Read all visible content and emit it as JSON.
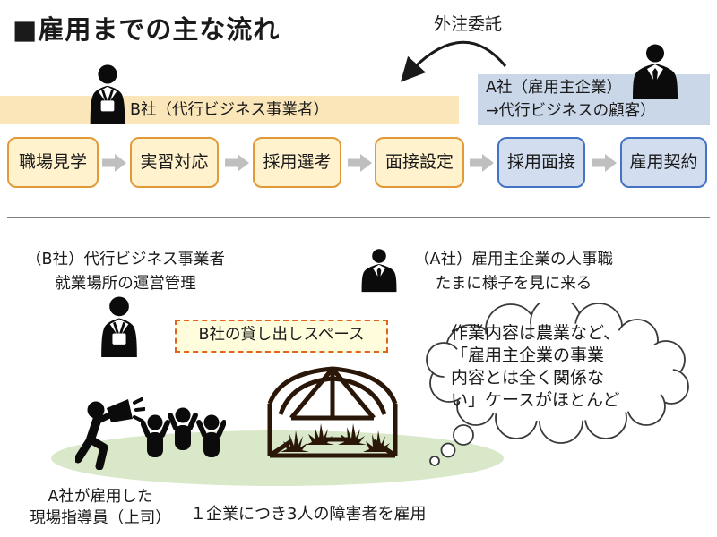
{
  "title": "■雇用までの主な流れ",
  "flow": {
    "outsourcing_label": "外注委託",
    "b_banner": "B社（代行ビジネス事業者）",
    "a_company": {
      "line1": "A社（雇用主企業）",
      "line2": "→代行ビジネスの顧客）"
    },
    "steps": [
      {
        "label": "職場見学",
        "variant": "yellow"
      },
      {
        "label": "実習対応",
        "variant": "yellow"
      },
      {
        "label": "採用選考",
        "variant": "yellow"
      },
      {
        "label": "面接設定",
        "variant": "yellow"
      },
      {
        "label": "採用面接",
        "variant": "blue"
      },
      {
        "label": "雇用契約",
        "variant": "blue"
      }
    ]
  },
  "site": {
    "b_role": {
      "line1": "（B社）代行ビジネス事業者",
      "line2": "就業場所の運営管理"
    },
    "a_role": {
      "line1": "（A社）雇用主企業の人事職",
      "line2": "たまに様子を見に来る"
    },
    "rental_space_label": "B社の貸し出しスペース",
    "thought_bubble": {
      "line1": "作業内容は農業など、",
      "line2": "「雇用主企業の事業",
      "line3": "内容とは全く関係な",
      "line4": "い」ケースがほとんど"
    },
    "supervisor": {
      "line1": "A社が雇用した",
      "line2": "現場指導員（上司）"
    },
    "employment_note": "１企業につき3人の障害者を雇用"
  },
  "icons": {
    "b_worker": "worker-with-id-badge-icon",
    "a_businessman": "businessman-suit-icon",
    "megaphone_person": "megaphone-person-icon",
    "cheer_trio": "cheering-people-icon",
    "greenhouse": "greenhouse-icon",
    "thought_bubble": "thought-bubble",
    "flow_arrow": "right-arrow-icon",
    "outsourcing_arc": "curved-arrow-icon"
  },
  "colors": {
    "b_banner_fill": "#fae6b8",
    "a_box_fill": "#c9d7e9",
    "step_yellow_fill": "#fff2cc",
    "step_yellow_border": "#e19a37",
    "step_blue_fill": "#d2def0",
    "step_blue_border": "#4472c4",
    "rental_fill": "#fffddc",
    "rental_border": "#e2641c",
    "ground_green": "#d8e8c9",
    "arrow_gray": "#bfbfbf",
    "divider_gray": "#7f7f7f",
    "icon_black": "#0b0b0b",
    "greenhouse_brown": "#2a1708"
  }
}
